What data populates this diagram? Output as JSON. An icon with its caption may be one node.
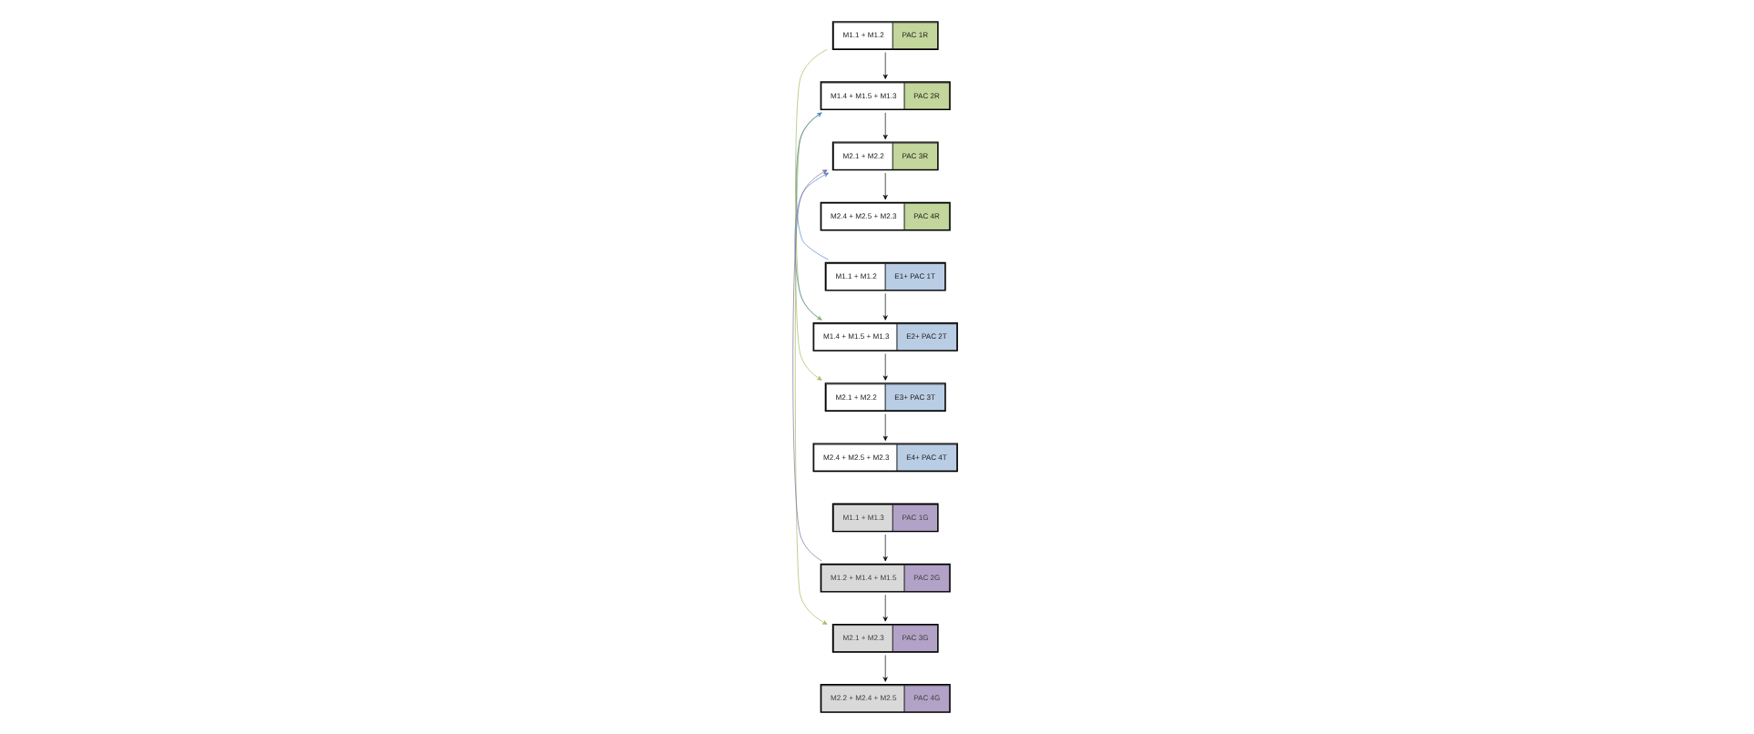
{
  "diagram": {
    "nodes": [
      {
        "text": [
          "M1.1 + M1.2",
          "PAC 1R"
        ]
      },
      {
        "text": [
          "M1.4 + M1.5 + M1.3",
          "PAC 2R"
        ]
      },
      {
        "text": [
          "M2.1 + M2.2",
          "PAC 3R"
        ]
      },
      {
        "text": [
          "M2.4 + M2.5 + M2.3",
          "PAC 4R"
        ]
      },
      {
        "text": [
          "M1.1 + M1.2",
          "E1+ PAC 1T"
        ]
      },
      {
        "text": [
          "M1.4 + M1.5 + M1.3",
          "E2+ PAC 2T"
        ]
      },
      {
        "text": [
          "M2.1 + M2.2",
          "E3+ PAC 3T"
        ]
      },
      {
        "text": [
          "M2.4 + M2.5 + M2.3",
          "E4+ PAC 4T"
        ]
      },
      {
        "text": [
          "M1.1 + M1.3",
          "PAC 1G"
        ]
      },
      {
        "text": [
          "M1.2 + M1.4 + M1.5",
          "PAC 2G"
        ]
      },
      {
        "text": [
          "M2.1 + M2.3",
          "PAC 3G"
        ]
      },
      {
        "text": [
          "M2.2 + M2.4 + M2.5",
          "PAC 4G"
        ]
      }
    ],
    "edges": [
      {
        "from": 0,
        "to": 1,
        "arrow": "to"
      },
      {
        "from": 1,
        "to": 2,
        "arrow": "to"
      },
      {
        "from": 2,
        "to": 3,
        "arrow": "to"
      },
      {
        "from": 4,
        "to": 5,
        "arrow": "to"
      },
      {
        "from": 5,
        "to": 6,
        "arrow": "to"
      },
      {
        "from": 6,
        "to": 7,
        "arrow": "to"
      },
      {
        "from": 8,
        "to": 9,
        "arrow": "to"
      },
      {
        "from": 9,
        "to": 10,
        "arrow": "to"
      },
      {
        "from": 10,
        "to": 11,
        "arrow": "to"
      },
      {
        "from": 0,
        "to": 5,
        "arrow": "to",
        "color": "#9bbb59"
      },
      {
        "from": 4,
        "to": 1,
        "arrow": "to",
        "color": "#4f81bd"
      },
      {
        "from": 1,
        "to": 10,
        "arrow": "to",
        "color": "#9bbb59"
      },
      {
        "from": 1,
        "to": 6,
        "arrow": "to",
        "color": "#9bbb59"
      },
      {
        "from": 5,
        "to": 2,
        "arrow": "to",
        "color": "#4f81bd"
      },
      {
        "from": 9,
        "to": 2,
        "arrow": "to",
        "color": "#8064a2"
      }
    ]
  }
}
